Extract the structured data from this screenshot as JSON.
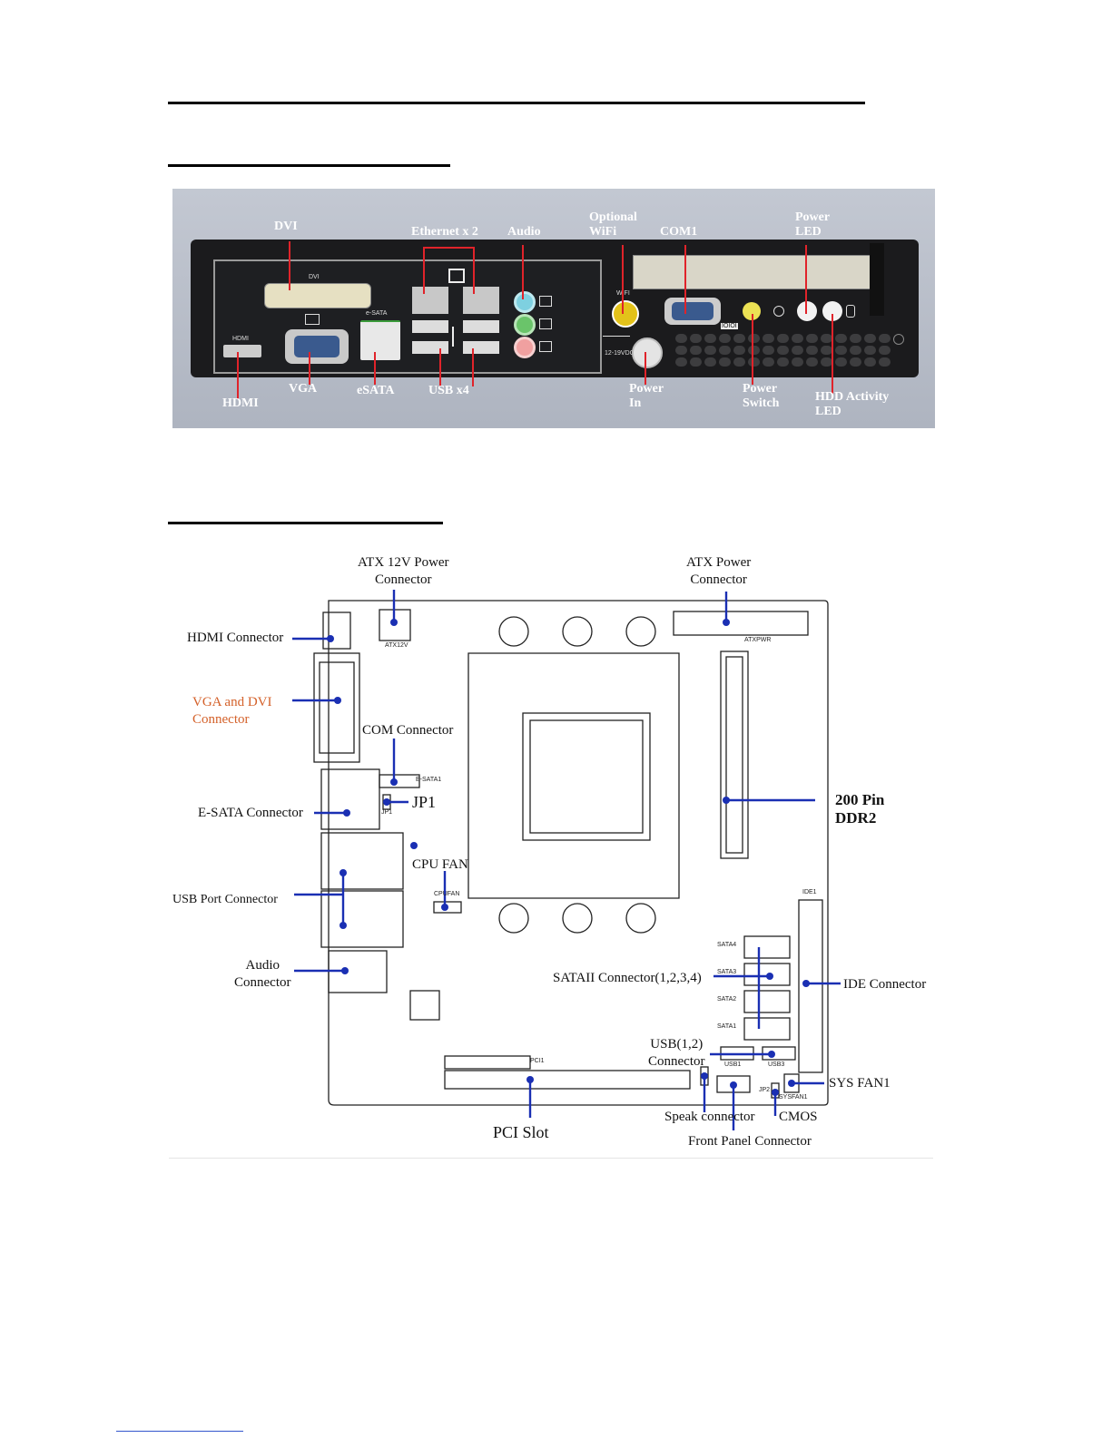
{
  "rear_panel": {
    "labels": {
      "dvi": "DVI",
      "ethernet": "Ethernet x 2",
      "audio": "Audio",
      "wifi": "Optional\nWiFi",
      "com1": "COM1",
      "power_led": "Power\nLED",
      "hdmi": "HDMI",
      "vga": "VGA",
      "esata": "eSATA",
      "usb": "USB x4",
      "power_in": "Power\nIn",
      "power_switch": "Power\nSwitch",
      "hdd_led": "HDD Activity\nLED"
    },
    "port_prints": {
      "dvi": "DVI",
      "hdmi": "HDMI",
      "esata": "e-SATA",
      "wifi": "WIFI",
      "dc_in": "12-19VDC",
      "com": "IOIOI"
    }
  },
  "board": {
    "labels": {
      "atx12v": "ATX 12V Power\nConnector",
      "atxpwr": "ATX    Power\nConnector",
      "hdmi": "HDMI Connector",
      "vga_dvi": "VGA  and  DVI\nConnector",
      "com": "COM Connector",
      "esata": "E-SATA Connector",
      "jp1": "JP1",
      "cpufan": "CPU FAN",
      "usb_port": "USB  Port  Connector",
      "audio": "Audio\nConnector",
      "ddr2": "200 Pin\nDDR2",
      "sata": "SATAII Connector(1,2,3,4)",
      "ide": "IDE Connector",
      "usb12": "USB(1,2)\nConnector",
      "sysfan": "SYS FAN1",
      "speak": "Speak connector",
      "cmos": "CMOS",
      "pci": "PCI Slot",
      "front_panel": "Front Panel Connector"
    },
    "silkscreen": {
      "atx12v": "ATX12V",
      "atxpwr": "ATXPWR",
      "esata1": "E-SATA1",
      "jp1": "JP1",
      "cpufan": "CPUFAN",
      "ide1": "IDE1",
      "sata4": "SATA4",
      "sata3": "SATA3",
      "sata2": "SATA2",
      "sata1": "SATA1",
      "usb1": "USB1",
      "usb3": "USB3",
      "pci1": "PCI1",
      "jp2": "JP2",
      "sysfan1": "SYSFAN1"
    }
  }
}
